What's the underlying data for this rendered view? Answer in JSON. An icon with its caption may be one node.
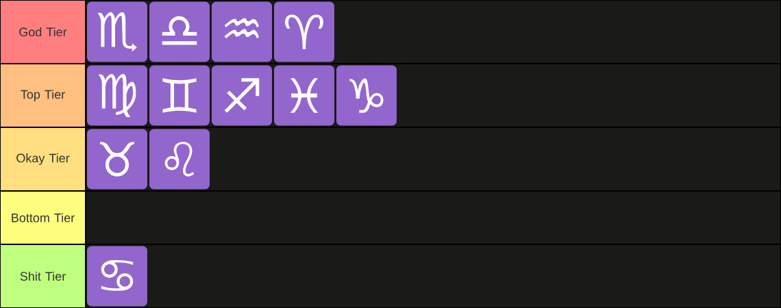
{
  "diagram": {
    "nodes": [
      {
        "text": [
          "God Tier"
        ]
      },
      {
        "text": [
          "♏"
        ],
        "in": 0
      },
      {
        "text": [
          "♎"
        ],
        "in": 0
      },
      {
        "text": [
          "♒"
        ],
        "in": 0
      },
      {
        "text": [
          "♈"
        ],
        "in": 0
      },
      {
        "text": [
          "Top Tier"
        ]
      },
      {
        "text": [
          "♍"
        ],
        "in": 5
      },
      {
        "text": [
          "♊"
        ],
        "in": 5
      },
      {
        "text": [
          "♐"
        ],
        "in": 5
      },
      {
        "text": [
          "♓"
        ],
        "in": 5
      },
      {
        "text": [
          "♑"
        ],
        "in": 5
      },
      {
        "text": [
          "Okay Tier"
        ]
      },
      {
        "text": [
          "♉"
        ],
        "in": 11
      },
      {
        "text": [
          "♌"
        ],
        "in": 11
      },
      {
        "text": [
          "Bottom Tier"
        ]
      },
      {
        "text": [
          "Shit Tier"
        ]
      },
      {
        "text": [
          "♋"
        ],
        "in": 15
      }
    ],
    "edges": []
  }
}
